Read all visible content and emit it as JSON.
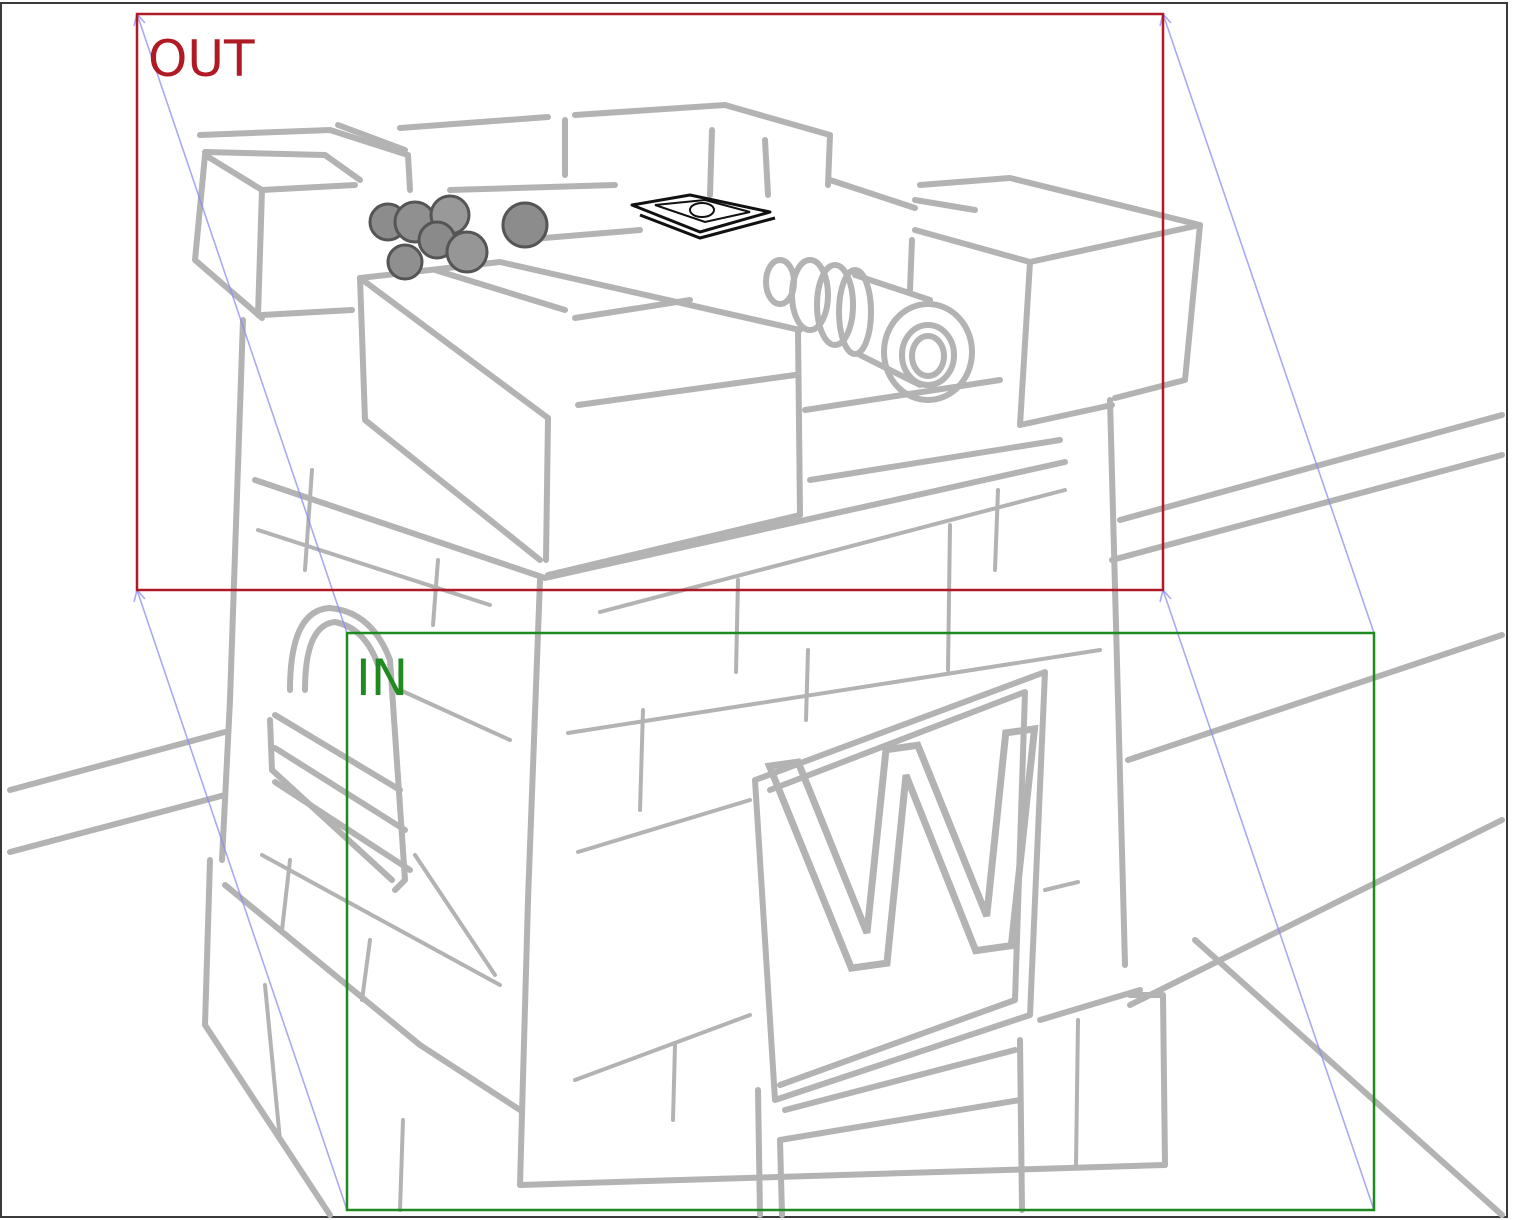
{
  "frames": {
    "out": {
      "label": "OUT",
      "color": "#b01a24"
    },
    "in": {
      "label": "IN",
      "color": "#1f8a1f"
    }
  },
  "colors": {
    "sketch": "#b3b3b3",
    "ink": "#111111",
    "cannonball": "#8c8c8c",
    "guide": "#8c8cf0",
    "border": "#3a3a3a"
  },
  "sketch": {
    "subject": "castle-tower-with-cannon",
    "emblem_letter": "W"
  }
}
